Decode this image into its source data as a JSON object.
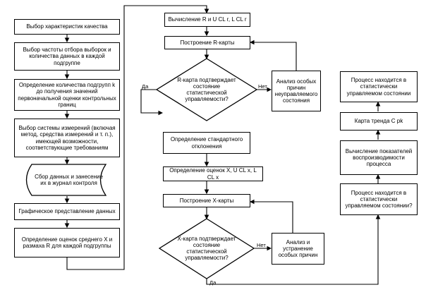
{
  "left": {
    "b1": "Выбор характеристик качества",
    "b2": "Выбор частоты отбора выборок и количества данных в каждой подгруппе",
    "b3": "Определение количества подгрупп k до получения значений первоначальной оценки контрольных границ",
    "b4": "Выбор системы измерений (включая метод, средства измерений и т. п.), имеющей возможности, соответствующие требованиям",
    "b5": "Сбор данных и занесение их в журнал контроля",
    "b6": "Графическое представление данных",
    "b7": "Определение оценок среднего X и размаха R для каждой подгруппы"
  },
  "middle": {
    "calc_r": "Вычисление R и U CL r, L CL r",
    "build_r": "Построение R-карты",
    "dec_r": "R-карта подтверждает состояние статистической управляемости?",
    "anal_r": "Анализ особых причин неуправляемого состояния",
    "std_dev": "Определение стандартного отклонения",
    "est_x": "Определение оценок X, U CL x, L CL x",
    "build_x": "Построение X-карты",
    "dec_x": "X-карта подтверждает состояние статистической управляемости?",
    "anal_x": "Анализ и устранение особых причин",
    "yes": "Да",
    "no": "Нет"
  },
  "right": {
    "r1": "Процесс находится в статистически управляемом состоянии",
    "r2": "Карта тренда C pk",
    "r3": "Вычисление показателей воспроизводимости процесса",
    "r4": "Процесс находится в статистически управляемом состоянии?"
  }
}
